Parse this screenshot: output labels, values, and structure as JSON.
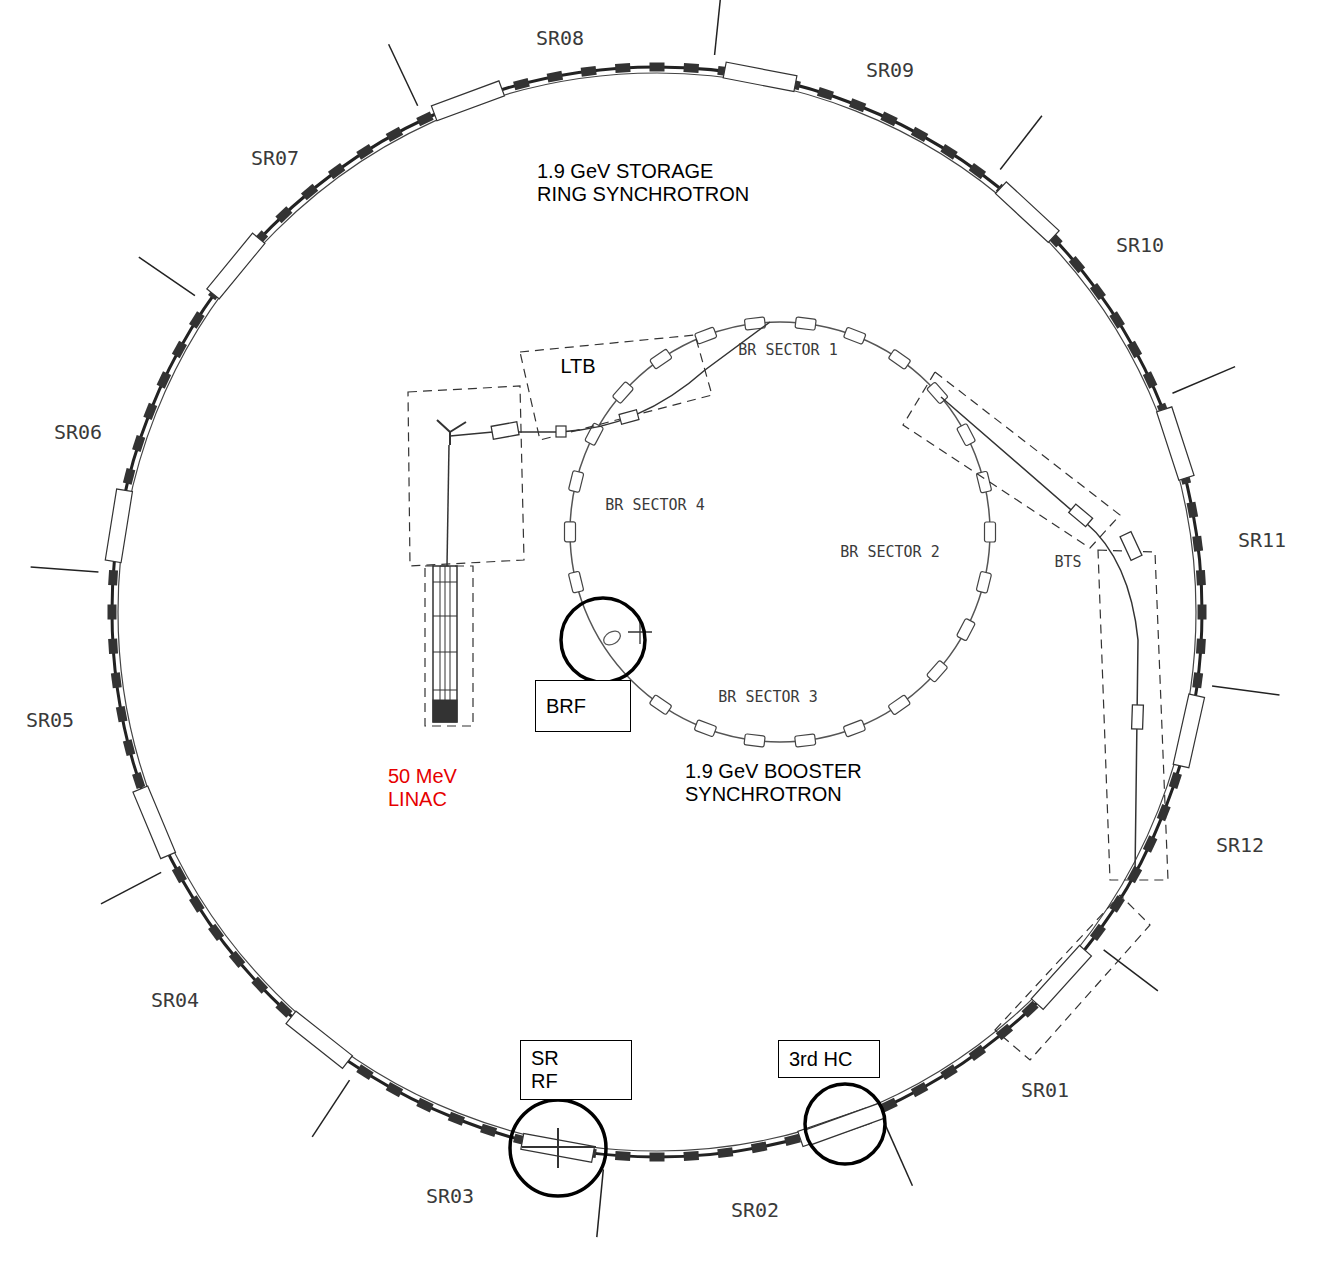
{
  "diagram": {
    "nodes": [
      {
        "text": [
          "BRF"
        ]
      },
      {
        "text": [
          "SR RF"
        ]
      },
      {
        "text": [
          "3rd HC"
        ]
      }
    ],
    "labels": [
      "SR08",
      "SR09",
      "SR07",
      "1.9 GeV STORAGE RING SYNCHROTRON",
      "SR10",
      "LTB",
      "BR SECTOR 1",
      "SR06",
      "BR SECTOR 4",
      "BR SECTOR 2",
      "SR11",
      "BTS",
      "BR SECTOR 3",
      "SR05",
      "50 MeV LINAC",
      "1.9 GeV BOOSTER SYNCHROTRON",
      "SR12",
      "SR04",
      "SR01",
      "SR03",
      "SR02"
    ]
  }
}
